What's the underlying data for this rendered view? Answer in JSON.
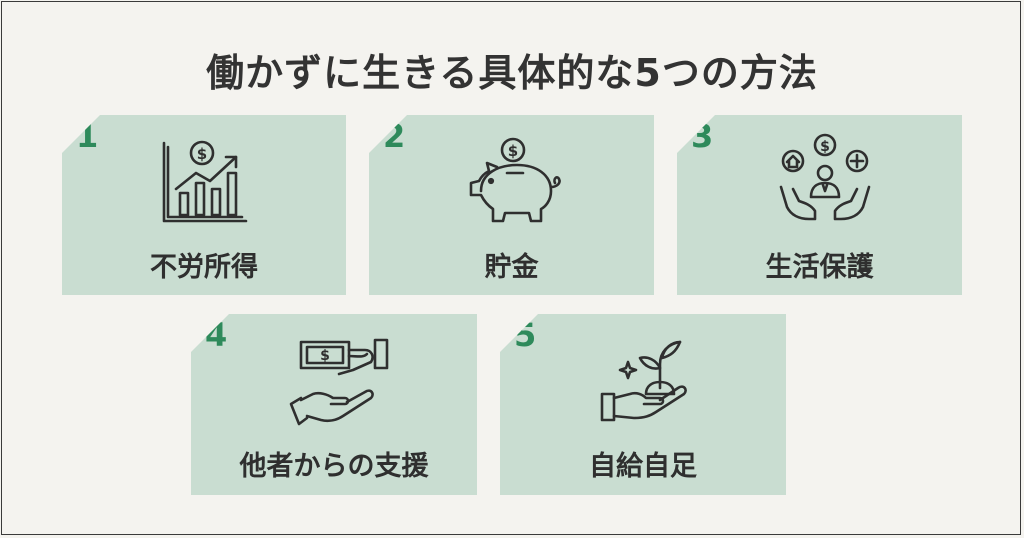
{
  "title": "働かずに生きる具体的な5つの方法",
  "methods": [
    {
      "number": "1",
      "label": "不労所得",
      "icon": "investment-growth-chart-icon"
    },
    {
      "number": "2",
      "label": "貯金",
      "icon": "piggy-bank-icon"
    },
    {
      "number": "3",
      "label": "生活保護",
      "icon": "welfare-support-icon"
    },
    {
      "number": "4",
      "label": "他者からの支援",
      "icon": "money-handover-icon"
    },
    {
      "number": "5",
      "label": "自給自足",
      "icon": "sprout-in-hand-icon"
    }
  ],
  "colors": {
    "background": "#f4f3ef",
    "card": "#c9ddd1",
    "number": "#2e8a5b",
    "text": "#2f2f2f"
  }
}
